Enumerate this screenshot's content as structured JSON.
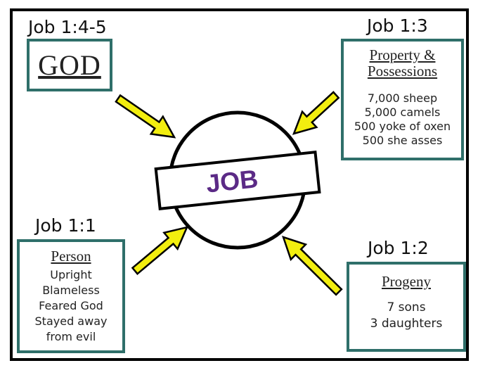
{
  "references": {
    "god": "Job 1:4-5",
    "property": "Job 1:3",
    "person": "Job 1:1",
    "progeny": "Job 1:2"
  },
  "god": {
    "heading": "GOD"
  },
  "property": {
    "heading_line1": "Property &",
    "heading_line2": "Possessions",
    "lines": [
      "7,000 sheep",
      "5,000 camels",
      "500 yoke of oxen",
      "500 she asses"
    ]
  },
  "person": {
    "heading": "Person",
    "lines": [
      "Upright",
      "Blameless",
      "Feared God",
      "Stayed away",
      "from evil"
    ]
  },
  "progeny": {
    "heading": "Progeny",
    "lines": [
      "7 sons",
      "3 daughters"
    ]
  },
  "center": {
    "label": "JOB"
  },
  "colors": {
    "box_border": "#2f6f6a",
    "arrow_fill": "#f2ee0f",
    "center_text": "#5b2a86"
  }
}
